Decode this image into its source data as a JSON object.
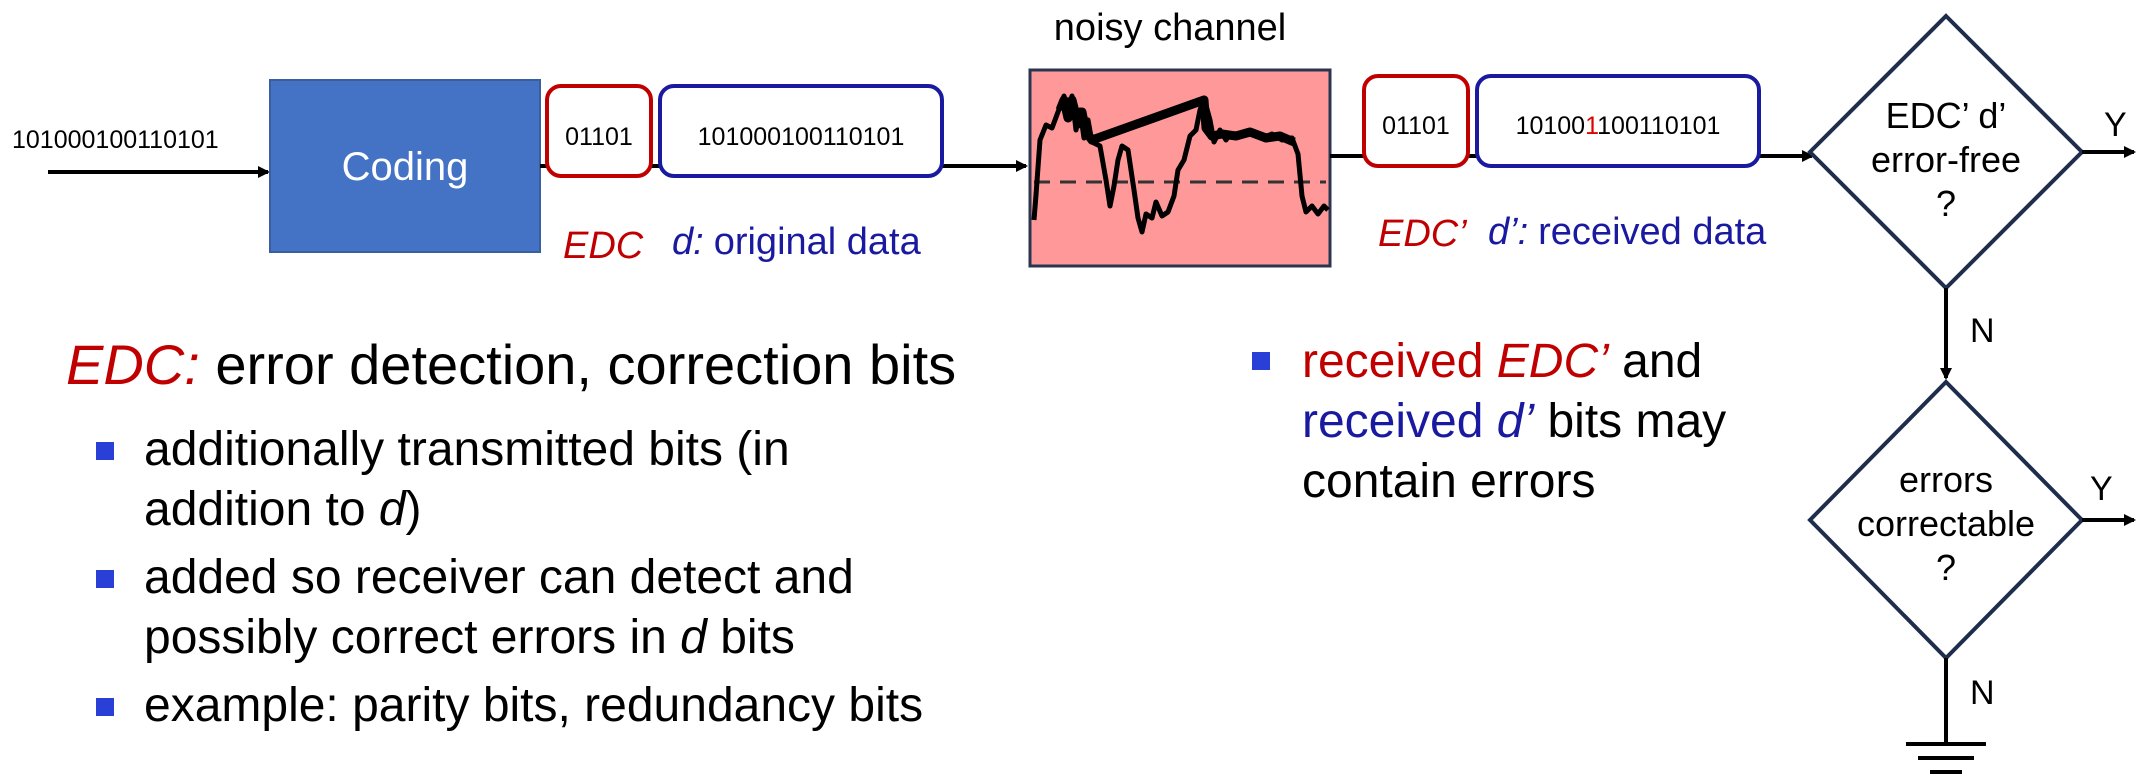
{
  "input_bits": "101000100110101",
  "coding_label": "Coding",
  "channel_label": "noisy channel",
  "edc_bits": "01101",
  "data_bits": "101000100110101",
  "edc_label": "EDC",
  "d_label_var": "d:",
  "d_label_text": "original data",
  "recv_edc_bits": "01101",
  "recv_data_pre": "10100",
  "recv_data_err": "1",
  "recv_data_post": "100110101",
  "edc_prime_label": "EDC’",
  "dprime_var": "d’:",
  "dprime_text": "received data",
  "decision1": {
    "line1": "EDC’ d’",
    "line2": "error-free",
    "line3": "?",
    "yes": "Y",
    "no": "N"
  },
  "decision2": {
    "line1": "errors",
    "line2": "correctable",
    "line3": "?",
    "yes": "Y",
    "no": "N"
  },
  "definition": {
    "term": "EDC:",
    "text": " error detection, correction bits"
  },
  "bullets": {
    "b1_text": "additionally transmitted bits (in",
    "b1_text2": "addition to ",
    "b1_var": "d",
    "b1_close": ")",
    "b2_line1": "added so receiver can detect and",
    "b2_line2": "possibly correct errors in ",
    "b2_var": "d",
    "b2_end": " bits",
    "b3_text": "example: parity bits, redundancy bits"
  },
  "right_bullet": {
    "received1": "received ",
    "edc": "EDC’",
    "and": " and",
    "received2": "received ",
    "d": "d’",
    "bits_may": " bits may",
    "contain": "contain errors"
  },
  "colors": {
    "coding_box": "#4472c4",
    "channel_bg": "#ff9999",
    "edc_box": "#c00000",
    "data_box": "#1a1aa0",
    "bullet": "#2a3fd6",
    "diamond": "#1f2d4d"
  }
}
